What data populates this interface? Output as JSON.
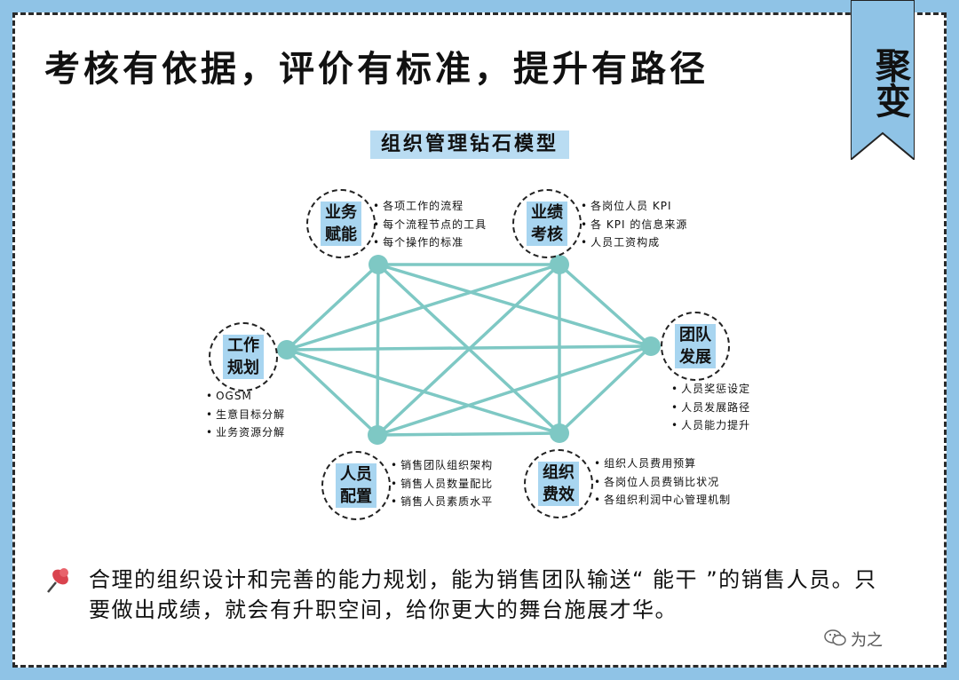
{
  "header": {
    "title": "考核有依据，评价有标准，提升有路径",
    "ribbon_text": "聚变"
  },
  "model": {
    "title": "组织管理钻石模型",
    "nodes": [
      {
        "id": "ops",
        "label": "业务\n赋能",
        "bullets": [
          "各项工作的流程",
          "每个流程节点的工具",
          "每个操作的标准"
        ]
      },
      {
        "id": "perf",
        "label": "业绩\n考核",
        "bullets": [
          "各岗位人员 KPI",
          "各 KPI 的信息来源",
          "人员工资构成"
        ]
      },
      {
        "id": "plan",
        "label": "工作\n规划",
        "bullets": [
          "OGSM",
          "生意目标分解",
          "业务资源分解"
        ]
      },
      {
        "id": "team",
        "label": "团队\n发展",
        "bullets": [
          "人员奖惩设定",
          "人员发展路径",
          "人员能力提升"
        ]
      },
      {
        "id": "staff",
        "label": "人员\n配置",
        "bullets": [
          "销售团队组织架构",
          "销售人员数量配比",
          "销售人员素质水平"
        ]
      },
      {
        "id": "cost",
        "label": "组织\n费效",
        "bullets": [
          "组织人员费用预算",
          "各岗位人员费销比状况",
          "各组织利润中心管理机制"
        ]
      }
    ],
    "line_color": "#7ec8c4"
  },
  "footer": {
    "text": "合理的组织设计和完善的能力规划，能为销售团队输送“ 能干 ”的销售人员。只要做出成绩，就会有升职空间，给你更大的舞台施展才华。",
    "pin_icon": "pushpin-icon"
  },
  "watermark": {
    "text": "为之",
    "icon": "wechat-icon"
  },
  "colors": {
    "frame": "#8fc3e6",
    "label_bg": "#a8d5f0",
    "network": "#7ec8c4"
  }
}
